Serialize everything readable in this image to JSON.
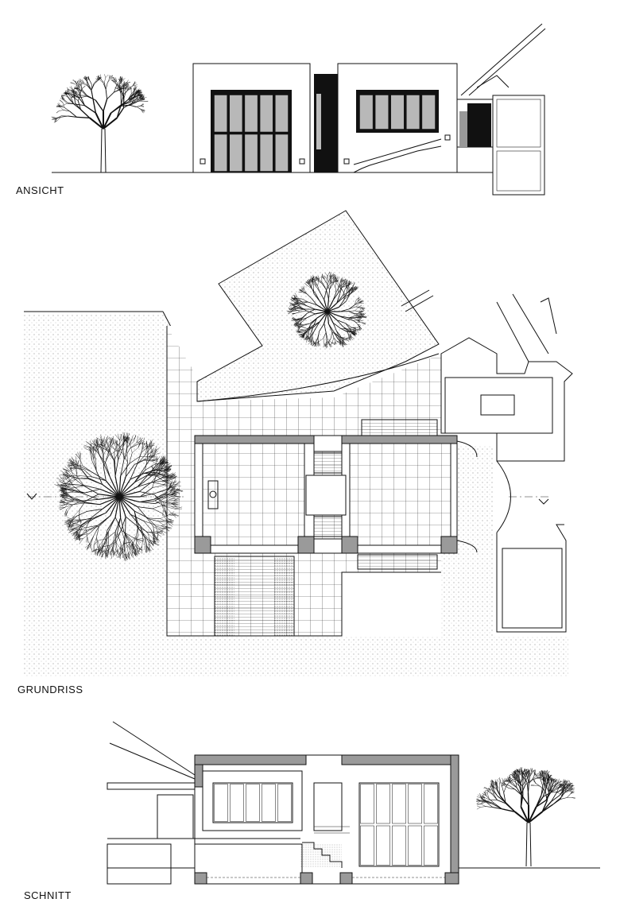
{
  "labels": {
    "elevation": "ANSICHT",
    "plan": "GRUNDRISS",
    "section": "SCHNITT"
  },
  "colors": {
    "ink": "#111111",
    "wall_fill": "#9a9a9a",
    "glass": "#b8b8b8",
    "stipple": "#555555",
    "background": "#ffffff"
  }
}
